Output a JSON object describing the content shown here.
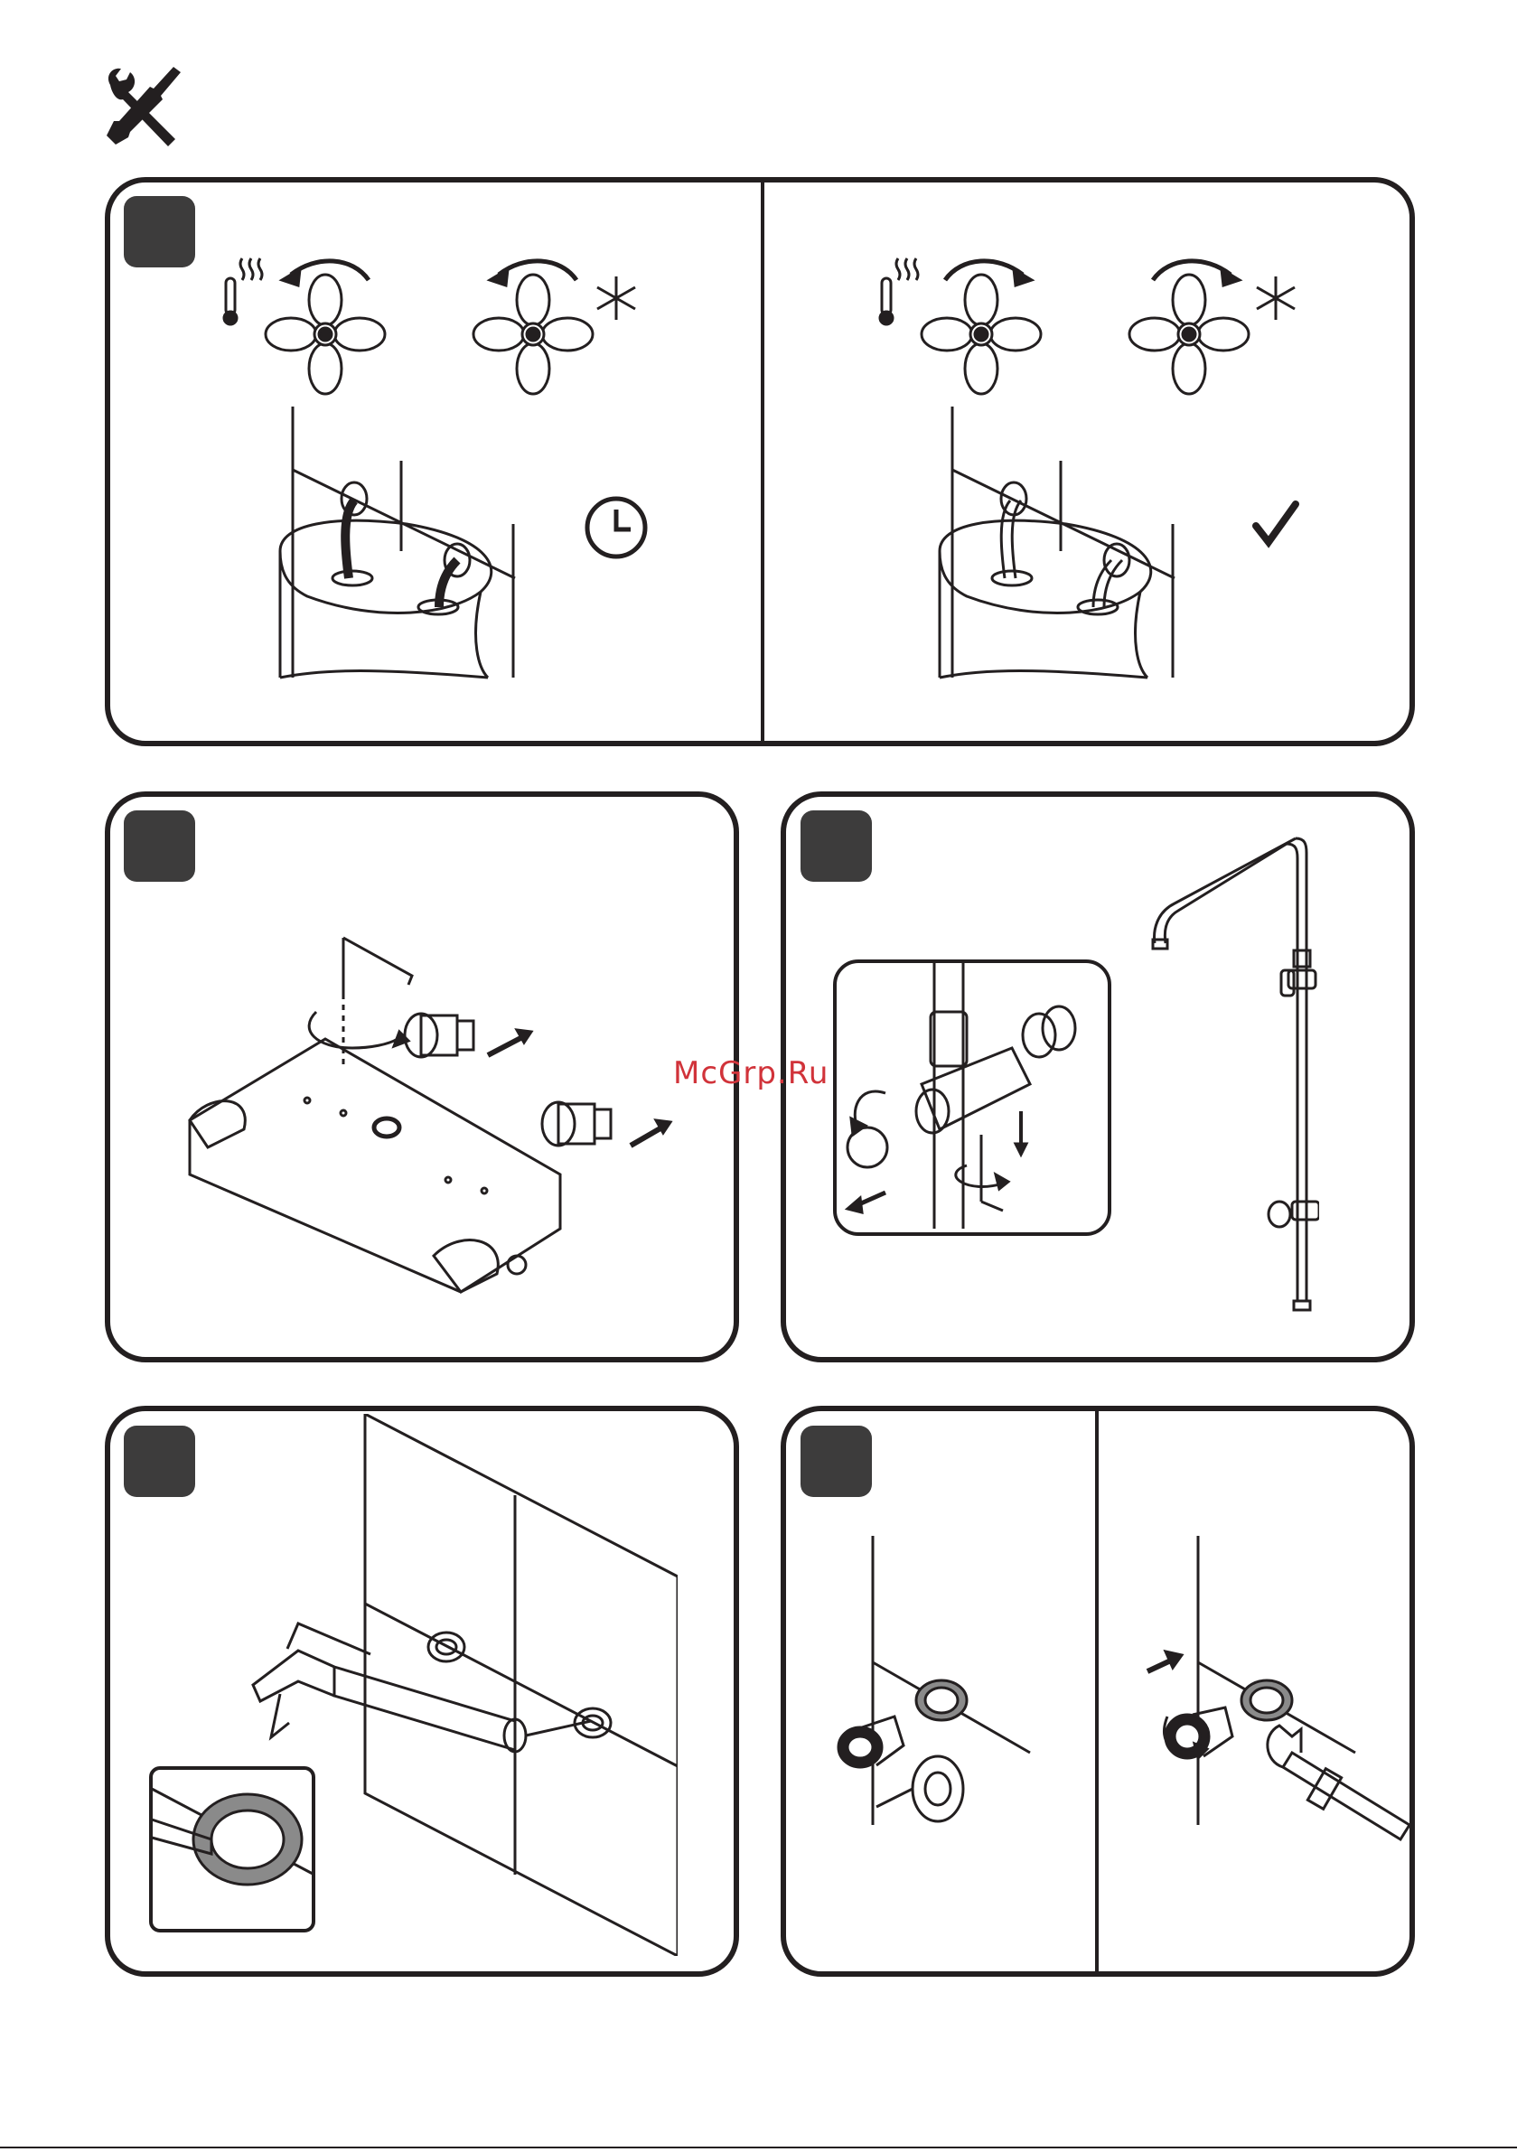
{
  "header": {
    "icon": "tools-icon"
  },
  "panels": [
    {
      "id": "panel-1",
      "step_badge": "",
      "left": {
        "illustration": "hot-cold-valves-timer",
        "status_icon": "clock-icon"
      },
      "right": {
        "illustration": "hot-cold-valves-check",
        "status_icon": "checkmark-icon"
      }
    },
    {
      "id": "panel-2",
      "step_badge": "",
      "illustration": "thermostat-valve-connectors"
    },
    {
      "id": "panel-3",
      "step_badge": "",
      "illustration": "shower-column-holder"
    },
    {
      "id": "panel-4",
      "step_badge": "",
      "illustration": "wall-sealant-application"
    },
    {
      "id": "panel-5",
      "step_badge": "",
      "illustration": "eccentric-fitting-install"
    }
  ],
  "watermark": {
    "text": "McGrp.Ru",
    "color": "#d1333a"
  },
  "footer": {
    "text": ""
  },
  "colors": {
    "frame": "#231f20",
    "badge": "#3d3c3c",
    "line": "#231f20"
  }
}
